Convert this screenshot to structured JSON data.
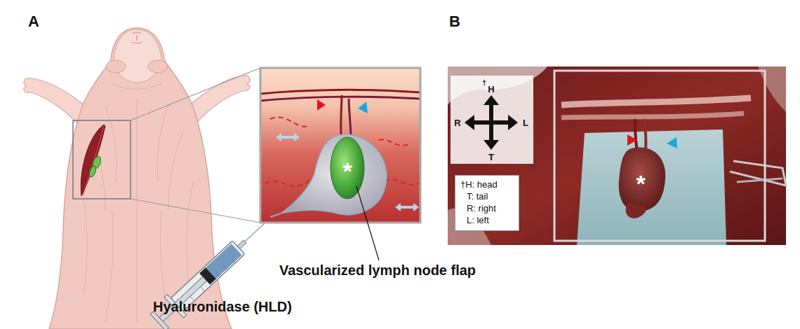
{
  "diagram": {
    "nodes": [
      {
        "text": [
          "†H: head",
          "T: tail",
          "R: right",
          "L: left"
        ]
      }
    ],
    "edges": [],
    "labels": [
      "A",
      "B",
      "*",
      "Vascularized lymph node flap",
      "Hyaluronidase (HLD)",
      "†",
      "H",
      "R",
      "L",
      "T",
      "*"
    ]
  }
}
